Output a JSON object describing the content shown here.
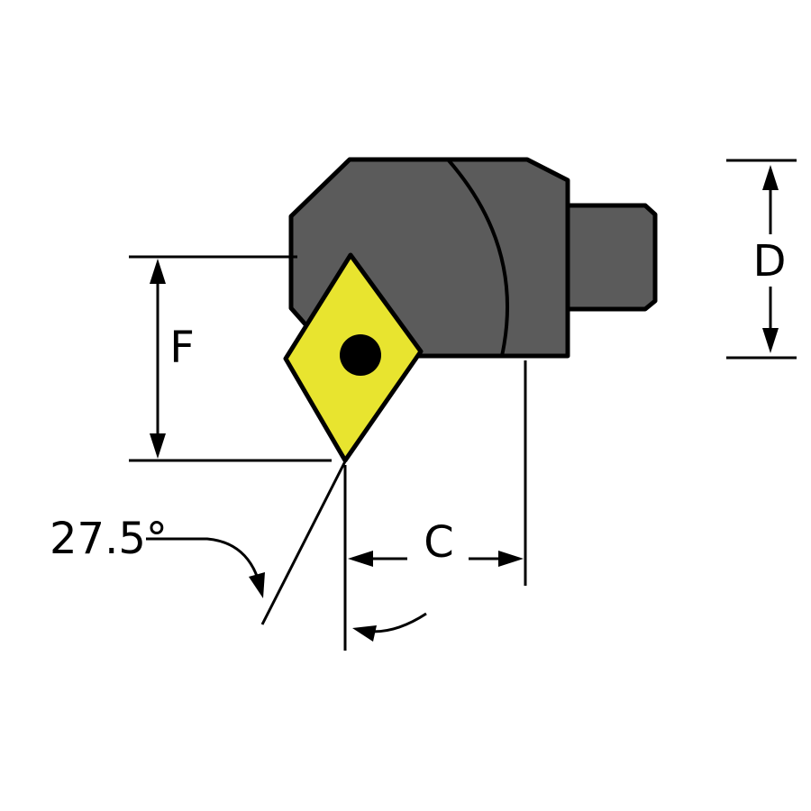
{
  "diagram": {
    "type": "technical-drawing",
    "subject": "lathe boring head with diamond-shaped cutting insert, dimensioned",
    "labels": {
      "dim_d": "D",
      "dim_f": "F",
      "dim_c": "C",
      "angle": "27.5°"
    },
    "colors": {
      "background": "#ffffff",
      "body_fill": "#5b5b5b",
      "shank_fill": "#5b5b5b",
      "insert_fill": "#e8e42f",
      "hole_fill": "#000000",
      "line": "#000000"
    }
  }
}
